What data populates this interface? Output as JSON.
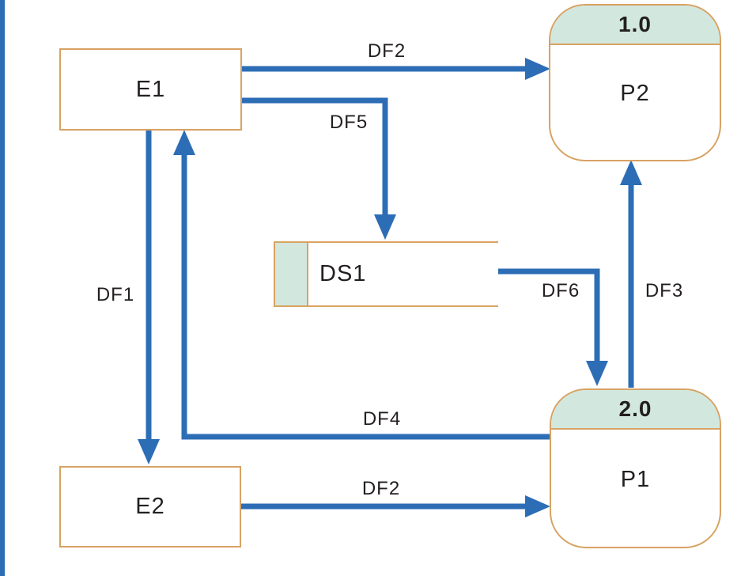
{
  "diagram": {
    "type": "data-flow-diagram",
    "colors": {
      "arrow_blue": "#2d6db5",
      "node_border": "#d8a263",
      "header_fill": "#d2e8de",
      "text": "#231f20",
      "background": "#ffffff"
    },
    "entities": [
      {
        "id": "E1",
        "label": "E1"
      },
      {
        "id": "E2",
        "label": "E2"
      }
    ],
    "processes": [
      {
        "id": "P2",
        "number": "1.0",
        "label": "P2"
      },
      {
        "id": "P1",
        "number": "2.0",
        "label": "P1"
      }
    ],
    "data_stores": [
      {
        "id": "DS1",
        "label": "DS1"
      }
    ],
    "flows": [
      {
        "label": "DF2",
        "from": "E1",
        "to": "P2"
      },
      {
        "label": "DF5",
        "from": "E1",
        "to": "DS1"
      },
      {
        "label": "DF1",
        "from": "E1",
        "to": "E2"
      },
      {
        "label": "DF4",
        "from": "P1",
        "to": "E1"
      },
      {
        "label": "DF2",
        "from": "E2",
        "to": "P1"
      },
      {
        "label": "DF6",
        "from": "DS1",
        "to": "P1"
      },
      {
        "label": "DF3",
        "from": "P1",
        "to": "P2"
      }
    ]
  }
}
